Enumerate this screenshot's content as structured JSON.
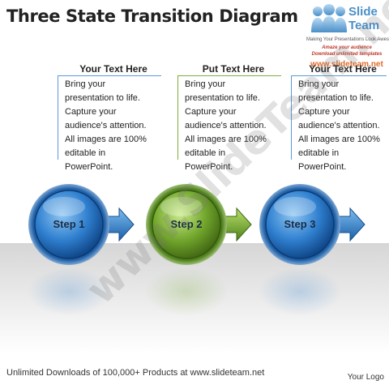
{
  "title": "Three State Transition Diagram",
  "logo": {
    "word_line1": "Slide",
    "word_line2": "Team",
    "tagline": "Making Your Presentations Look Awesome",
    "promo_line1": "Amaze your audience",
    "promo_line2": "Download unlimited templates",
    "url": "www.slideteam.net",
    "color": "#4a90c8"
  },
  "columns": [
    {
      "heading": "Your Text Here",
      "lines": [
        "Bring your",
        "presentation to life.",
        "Capture your",
        "audience's attention.",
        "All images are 100%",
        "editable in",
        "PowerPoint."
      ],
      "line_color": "#5b9bd5"
    },
    {
      "heading": "Put Text Here",
      "lines": [
        "Bring your",
        "presentation to life.",
        "Capture your",
        "audience's attention.",
        "All images are 100%",
        "editable in",
        "PowerPoint."
      ],
      "line_color": "#7cae3c"
    },
    {
      "heading": "Your Text Here",
      "lines": [
        "Bring your",
        "presentation to life.",
        "Capture your",
        "audience's attention.",
        "All images are 100%",
        "editable in",
        "PowerPoint."
      ],
      "line_color": "#5b9bd5"
    }
  ],
  "steps": [
    {
      "label": "Step 1",
      "color": "blue"
    },
    {
      "label": "Step 2",
      "color": "green"
    },
    {
      "label": "Step 3",
      "color": "blue"
    }
  ],
  "watermark": "www.SlideTeam.net",
  "footer": "Unlimited Downloads of 100,000+ Products at www.slideteam.net",
  "your_logo": "Your Logo"
}
